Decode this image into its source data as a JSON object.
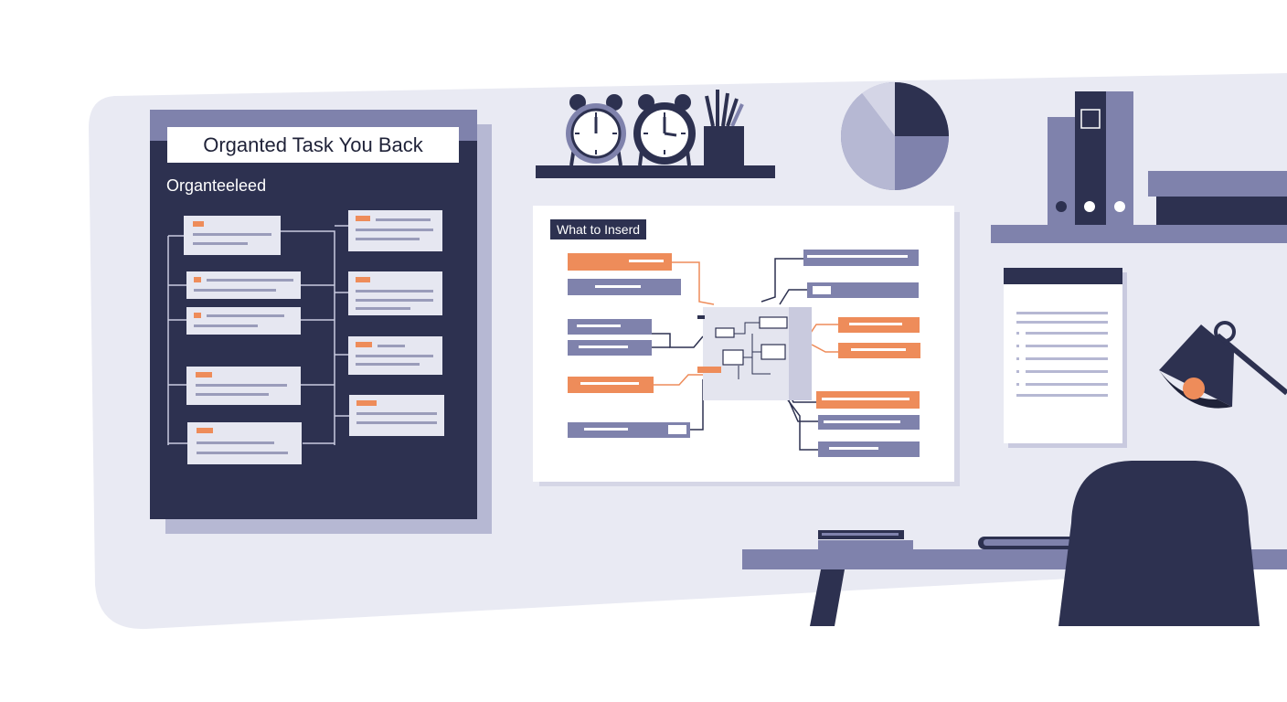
{
  "board": {
    "title": "Organted Task You Back",
    "subtitle": "Organteeleed"
  },
  "whiteboard": {
    "label": "What to Inserd"
  },
  "colors": {
    "navy": "#2d3150",
    "periwinkle": "#7f82ac",
    "light": "#e8e9f2",
    "accent": "#ee8c5a"
  },
  "icons": [
    "alarm-clock-icon",
    "pencil-cup-icon",
    "pie-chart-icon",
    "binder-icon",
    "desk-lamp-icon",
    "chair-icon",
    "desk-icon",
    "book-icon"
  ]
}
